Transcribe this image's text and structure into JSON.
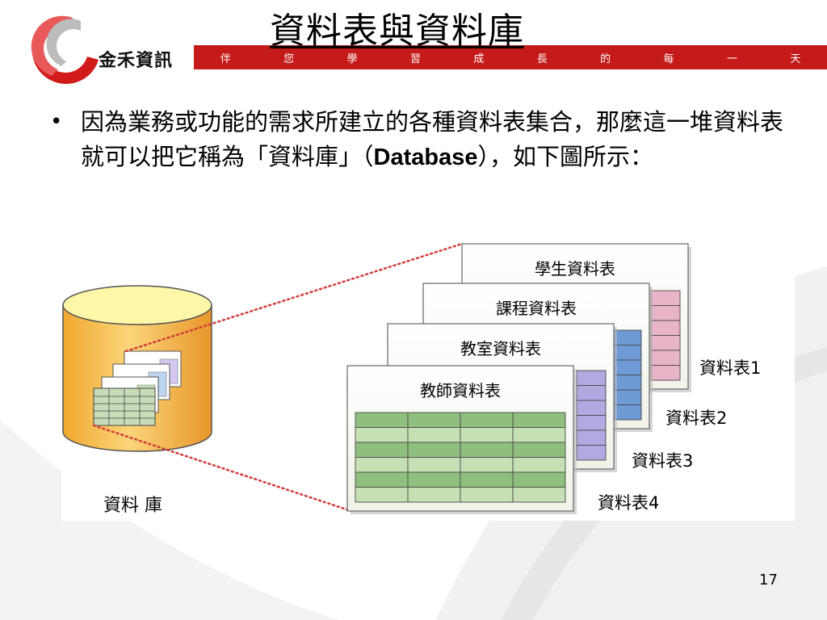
{
  "header": {
    "title": "資料表與資料庫",
    "company": "金禾資訊",
    "slogan": [
      "伴",
      "您",
      "學",
      "習",
      "成",
      "長",
      "的",
      "每",
      "一",
      "天"
    ]
  },
  "content": {
    "bullet_before": "因為業務或功能的需求所建立的各種資料表集合，那麼這一堆資料表就可以把它稱為「資料庫」（",
    "bullet_term": "Database",
    "bullet_after": "），如下圖所示："
  },
  "diagram": {
    "database_label": "資料 庫",
    "tables": [
      {
        "title": "學生資料表",
        "label": "資料表1",
        "color": "#e8b4c8"
      },
      {
        "title": "課程資料表",
        "label": "資料表2",
        "color": "#6e9ad6"
      },
      {
        "title": "教室資料表",
        "label": "資料表3",
        "color": "#b3a8e0"
      },
      {
        "title": "教師資料表",
        "label": "資料表4",
        "color": "#8fbf7e"
      }
    ],
    "colors": {
      "connector": "#d23a3a",
      "cylinder_top": "#fff7a8",
      "cylinder_body": "#f7c24a"
    }
  },
  "footer": {
    "page": "17"
  },
  "theme": {
    "accent": "#c41a1a"
  }
}
